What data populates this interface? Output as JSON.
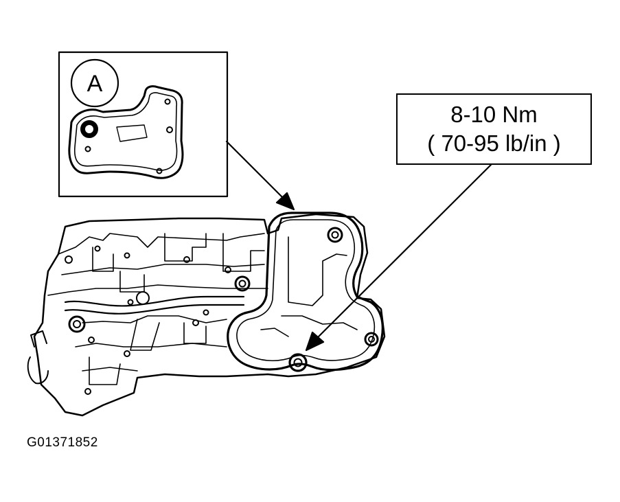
{
  "detail": {
    "callout_letter": "A"
  },
  "torque_spec": {
    "metric": "8-10 Nm",
    "imperial": "( 70-95 lb/in )"
  },
  "figure_id": "G01371852"
}
